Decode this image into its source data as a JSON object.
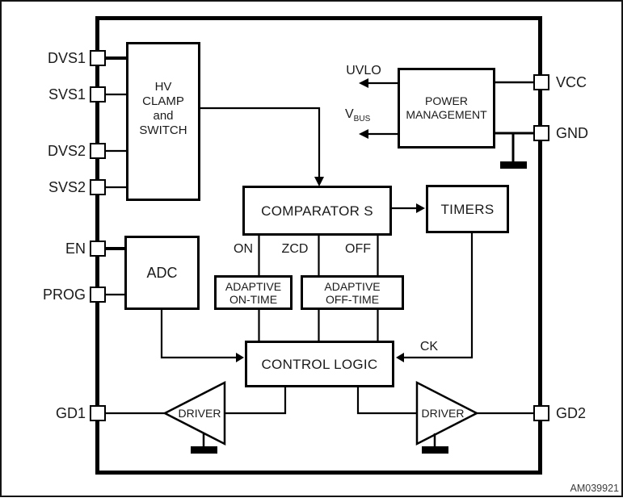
{
  "figure": {
    "code": "AM039921",
    "colors": {
      "line": "#000000",
      "text": "#1a1a1a",
      "figure_code": "#3d3d3d",
      "background": "#ffffff"
    }
  },
  "pins": {
    "dvs1": "DVS1",
    "svs1": "SVS1",
    "dvs2": "DVS2",
    "svs2": "SVS2",
    "en": "EN",
    "prog": "PROG",
    "gd1": "GD1",
    "vcc": "VCC",
    "gnd": "GND",
    "gd2": "GD2"
  },
  "blocks": {
    "hv_clamp": {
      "line1": "HV",
      "line2": "CLAMP",
      "line3": "and",
      "line4": "SWITCH"
    },
    "power_management": {
      "line1": "POWER",
      "line2": "MANAGEMENT"
    },
    "comparators": "COMPARATOR S",
    "timers": "TIMERS",
    "adc": "ADC",
    "adaptive_on_time": {
      "line1": "ADAPTIVE",
      "line2": "ON-TIME"
    },
    "adaptive_off_time": {
      "line1": "ADAPTIVE",
      "line2": "OFF-TIME"
    },
    "control_logic": "CONTROL LOGIC",
    "driver_left": "DRIVER",
    "driver_right": "DRIVER"
  },
  "signals": {
    "uvlo": "UVLO",
    "vbus_base": "V",
    "vbus_sub": "BUS",
    "on": "ON",
    "zcd": "ZCD",
    "off": "OFF",
    "ck": "CK"
  }
}
